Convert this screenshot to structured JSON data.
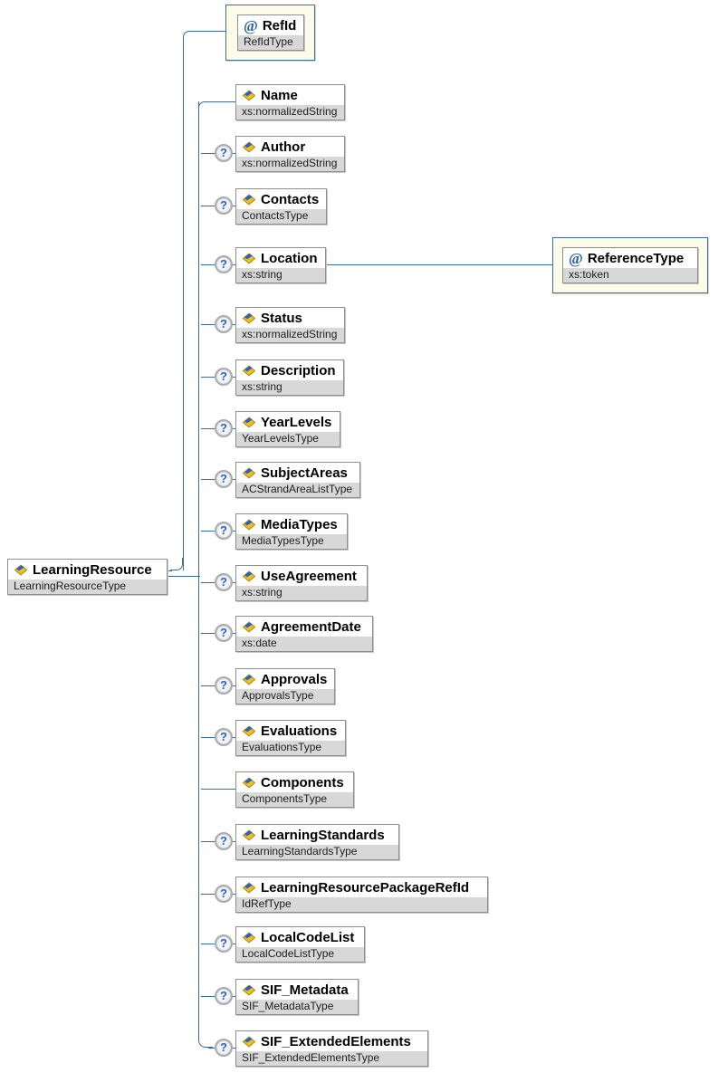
{
  "diagram": {
    "optional_glyph": "?",
    "colors": {
      "connector": "#3c6d9e",
      "frame_background": "#fdfce8",
      "box_border": "#8f8f8f",
      "subtitle_background": "#d8d8d8",
      "optional_mark": "#3060c0",
      "attribute_prefix": "#2d5fa6",
      "icon_yellow": "#f0c020",
      "icon_blue": "#2c5fc4"
    },
    "root": {
      "name": "LearningResource",
      "type": "LearningResourceType"
    },
    "attribute_box": {
      "prefix": "@",
      "name": "RefId",
      "type": "RefIdType"
    },
    "reference_box": {
      "prefix": "@",
      "name": "ReferenceType",
      "type": "xs:token"
    },
    "children": [
      {
        "name": "Name",
        "type": "xs:normalizedString",
        "optional": false
      },
      {
        "name": "Author",
        "type": "xs:normalizedString",
        "optional": true
      },
      {
        "name": "Contacts",
        "type": "ContactsType",
        "optional": true
      },
      {
        "name": "Location",
        "type": "xs:string",
        "optional": true
      },
      {
        "name": "Status",
        "type": "xs:normalizedString",
        "optional": true
      },
      {
        "name": "Description",
        "type": "xs:string",
        "optional": true
      },
      {
        "name": "YearLevels",
        "type": "YearLevelsType",
        "optional": true
      },
      {
        "name": "SubjectAreas",
        "type": "ACStrandAreaListType",
        "optional": true
      },
      {
        "name": "MediaTypes",
        "type": "MediaTypesType",
        "optional": true
      },
      {
        "name": "UseAgreement",
        "type": "xs:string",
        "optional": true
      },
      {
        "name": "AgreementDate",
        "type": "xs:date",
        "optional": true
      },
      {
        "name": "Approvals",
        "type": "ApprovalsType",
        "optional": true
      },
      {
        "name": "Evaluations",
        "type": "EvaluationsType",
        "optional": true
      },
      {
        "name": "Components",
        "type": "ComponentsType",
        "optional": false
      },
      {
        "name": "LearningStandards",
        "type": "LearningStandardsType",
        "optional": true
      },
      {
        "name": "LearningResourcePackageRefId",
        "type": "IdRefType",
        "optional": true
      },
      {
        "name": "LocalCodeList",
        "type": "LocalCodeListType",
        "optional": true
      },
      {
        "name": "SIF_Metadata",
        "type": "SIF_MetadataType",
        "optional": true
      },
      {
        "name": "SIF_ExtendedElements",
        "type": "SIF_ExtendedElementsType",
        "optional": true
      }
    ]
  }
}
